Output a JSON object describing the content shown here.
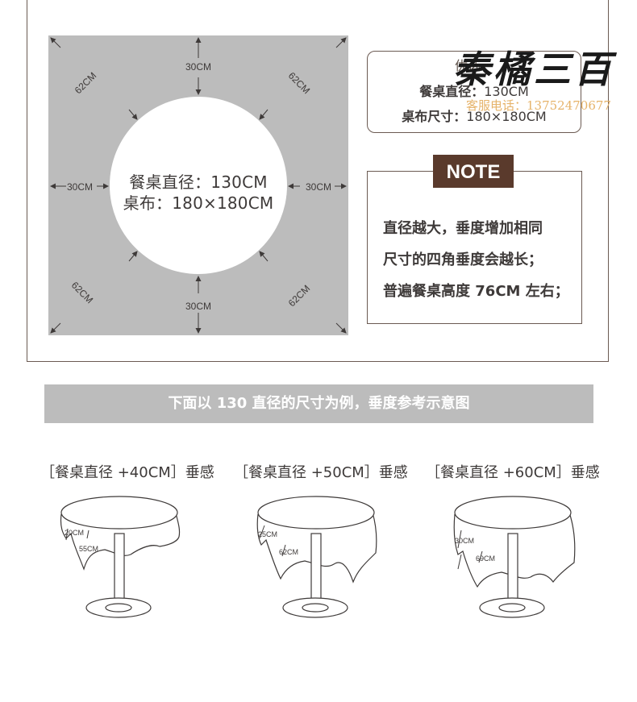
{
  "diagram": {
    "circle_line1": "餐桌直径：130CM",
    "circle_line2": "桌布：180×180CM",
    "dim_top": "30CM",
    "dim_bottom": "30CM",
    "dim_left": "30CM",
    "dim_right": "30CM",
    "diag_tl": "62CM",
    "diag_tr": "62CM",
    "diag_bl": "62CM",
    "diag_br": "62CM"
  },
  "spec_box": {
    "corner_label": "优选",
    "table_key": "餐桌直径：",
    "table_val": "130CM",
    "cloth_key": "桌布尺寸：",
    "cloth_val": "180×180CM"
  },
  "watermark": {
    "logo": "秦橘三百",
    "phone": "客服电话：13752470677"
  },
  "note": {
    "badge": "NOTE",
    "line1": "直径越大，垂度增加相同",
    "line2": "尺寸的四角垂度会越长；",
    "line3": "普遍餐桌高度 76CM 左右；"
  },
  "banner": "下面以 130 直径的尺寸为例，垂度参考示意图",
  "examples": [
    {
      "title": "［餐桌直径 +40CM］垂感",
      "short": "20CM",
      "long": "55CM"
    },
    {
      "title": "［餐桌直径 +50CM］垂感",
      "short": "25CM",
      "long": "62CM"
    },
    {
      "title": "［餐桌直径 +60CM］垂感",
      "short": "30CM",
      "long": "69CM"
    }
  ]
}
